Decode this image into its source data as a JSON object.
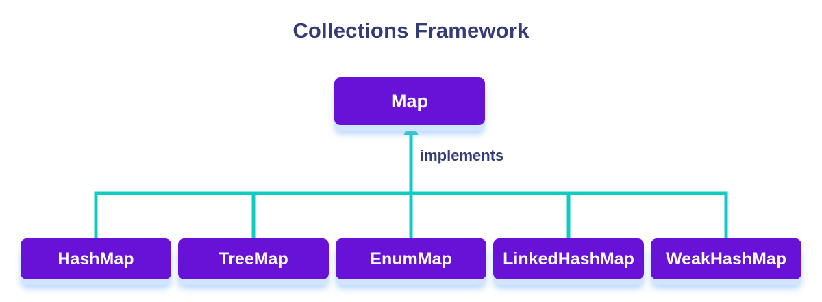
{
  "title": "Collections Framework",
  "edge_label": "implements",
  "root": {
    "label": "Map"
  },
  "children": [
    {
      "label": "HashMap"
    },
    {
      "label": "TreeMap"
    },
    {
      "label": "EnumMap"
    },
    {
      "label": "LinkedHashMap"
    },
    {
      "label": "WeakHashMap"
    }
  ],
  "colors": {
    "node_fill": "#6812d8",
    "node_text": "#ffffff",
    "connector": "#10cbc4",
    "title_text": "#333b78",
    "shadow": "#d3e5fc",
    "bg": "#ffffff"
  }
}
